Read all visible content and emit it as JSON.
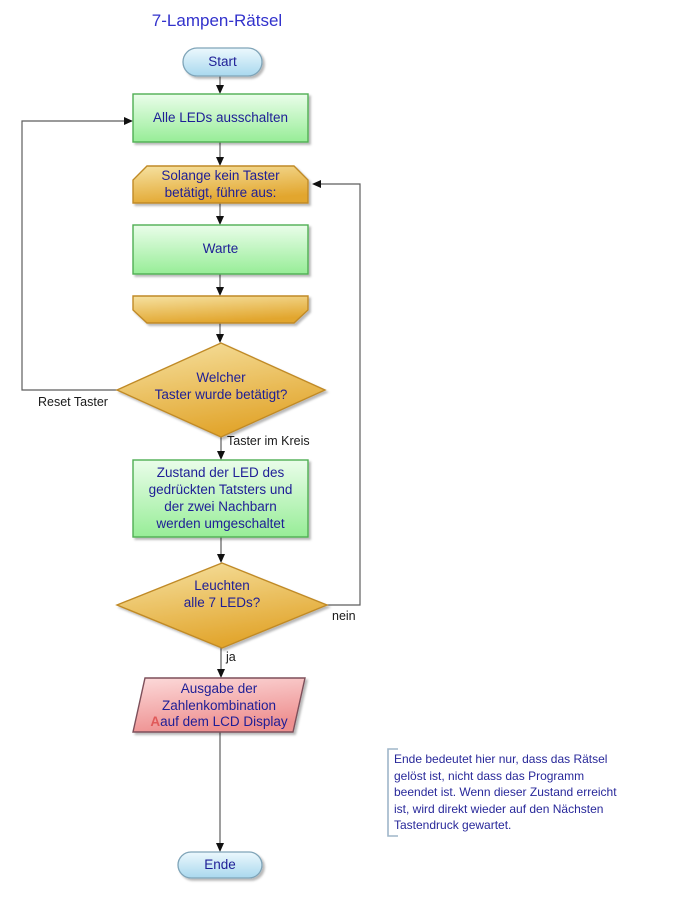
{
  "title": "7-Lampen-Rätsel",
  "nodes": {
    "start": {
      "label": "Start"
    },
    "all_leds_off": {
      "label": "Alle LEDs ausschalten"
    },
    "loop_start": {
      "line1": "Solange kein Taster",
      "line2": "betätigt, führe aus:"
    },
    "warte": {
      "label": "Warte"
    },
    "which_button": {
      "line1": "Welcher",
      "line2": "Taster wurde betätigt?"
    },
    "toggle_leds": {
      "line1": "Zustand der LED des",
      "line2": "gedrückten Tatsters und",
      "line3": "der zwei Nachbarn",
      "line4": "werden umgeschaltet"
    },
    "all_leds_lit": {
      "line1": "Leuchten",
      "line2": "alle 7 LEDs?"
    },
    "lcd_output": {
      "line1": "Ausgabe der",
      "line2": "Zahlenkombination",
      "marker": "A",
      "line3": "auf dem LCD Display"
    },
    "ende": {
      "label": "Ende"
    }
  },
  "edge_labels": {
    "reset_taster": "Reset Taster",
    "taster_im_kreis": "Taster im Kreis",
    "nein": "nein",
    "ja": "ja"
  },
  "comment": {
    "line1": "Ende bedeutet hier nur, dass das Rätsel",
    "line2": "gelöst ist, nicht dass das Programm",
    "line3": "beendet ist. Wenn dieser Zustand erreicht",
    "line4": "ist, wird direkt wieder auf den Nächsten",
    "line5": "Tastendruck gewartet."
  },
  "colors": {
    "title_text": "#3232cc",
    "node_text": "#1e1e96",
    "process_fill": "#99ef99",
    "process_border": "#4fae52",
    "loop_decision_fill": "#e3a732",
    "loop_decision_border": "#c08a28",
    "terminator_fill": "#aad9ee",
    "terminator_border": "#7fa4b8",
    "output_fill": "#ee9090",
    "output_border": "#7d4f5a",
    "marker_a": "#e05a5a",
    "edge_line": "#5e5e5e"
  }
}
